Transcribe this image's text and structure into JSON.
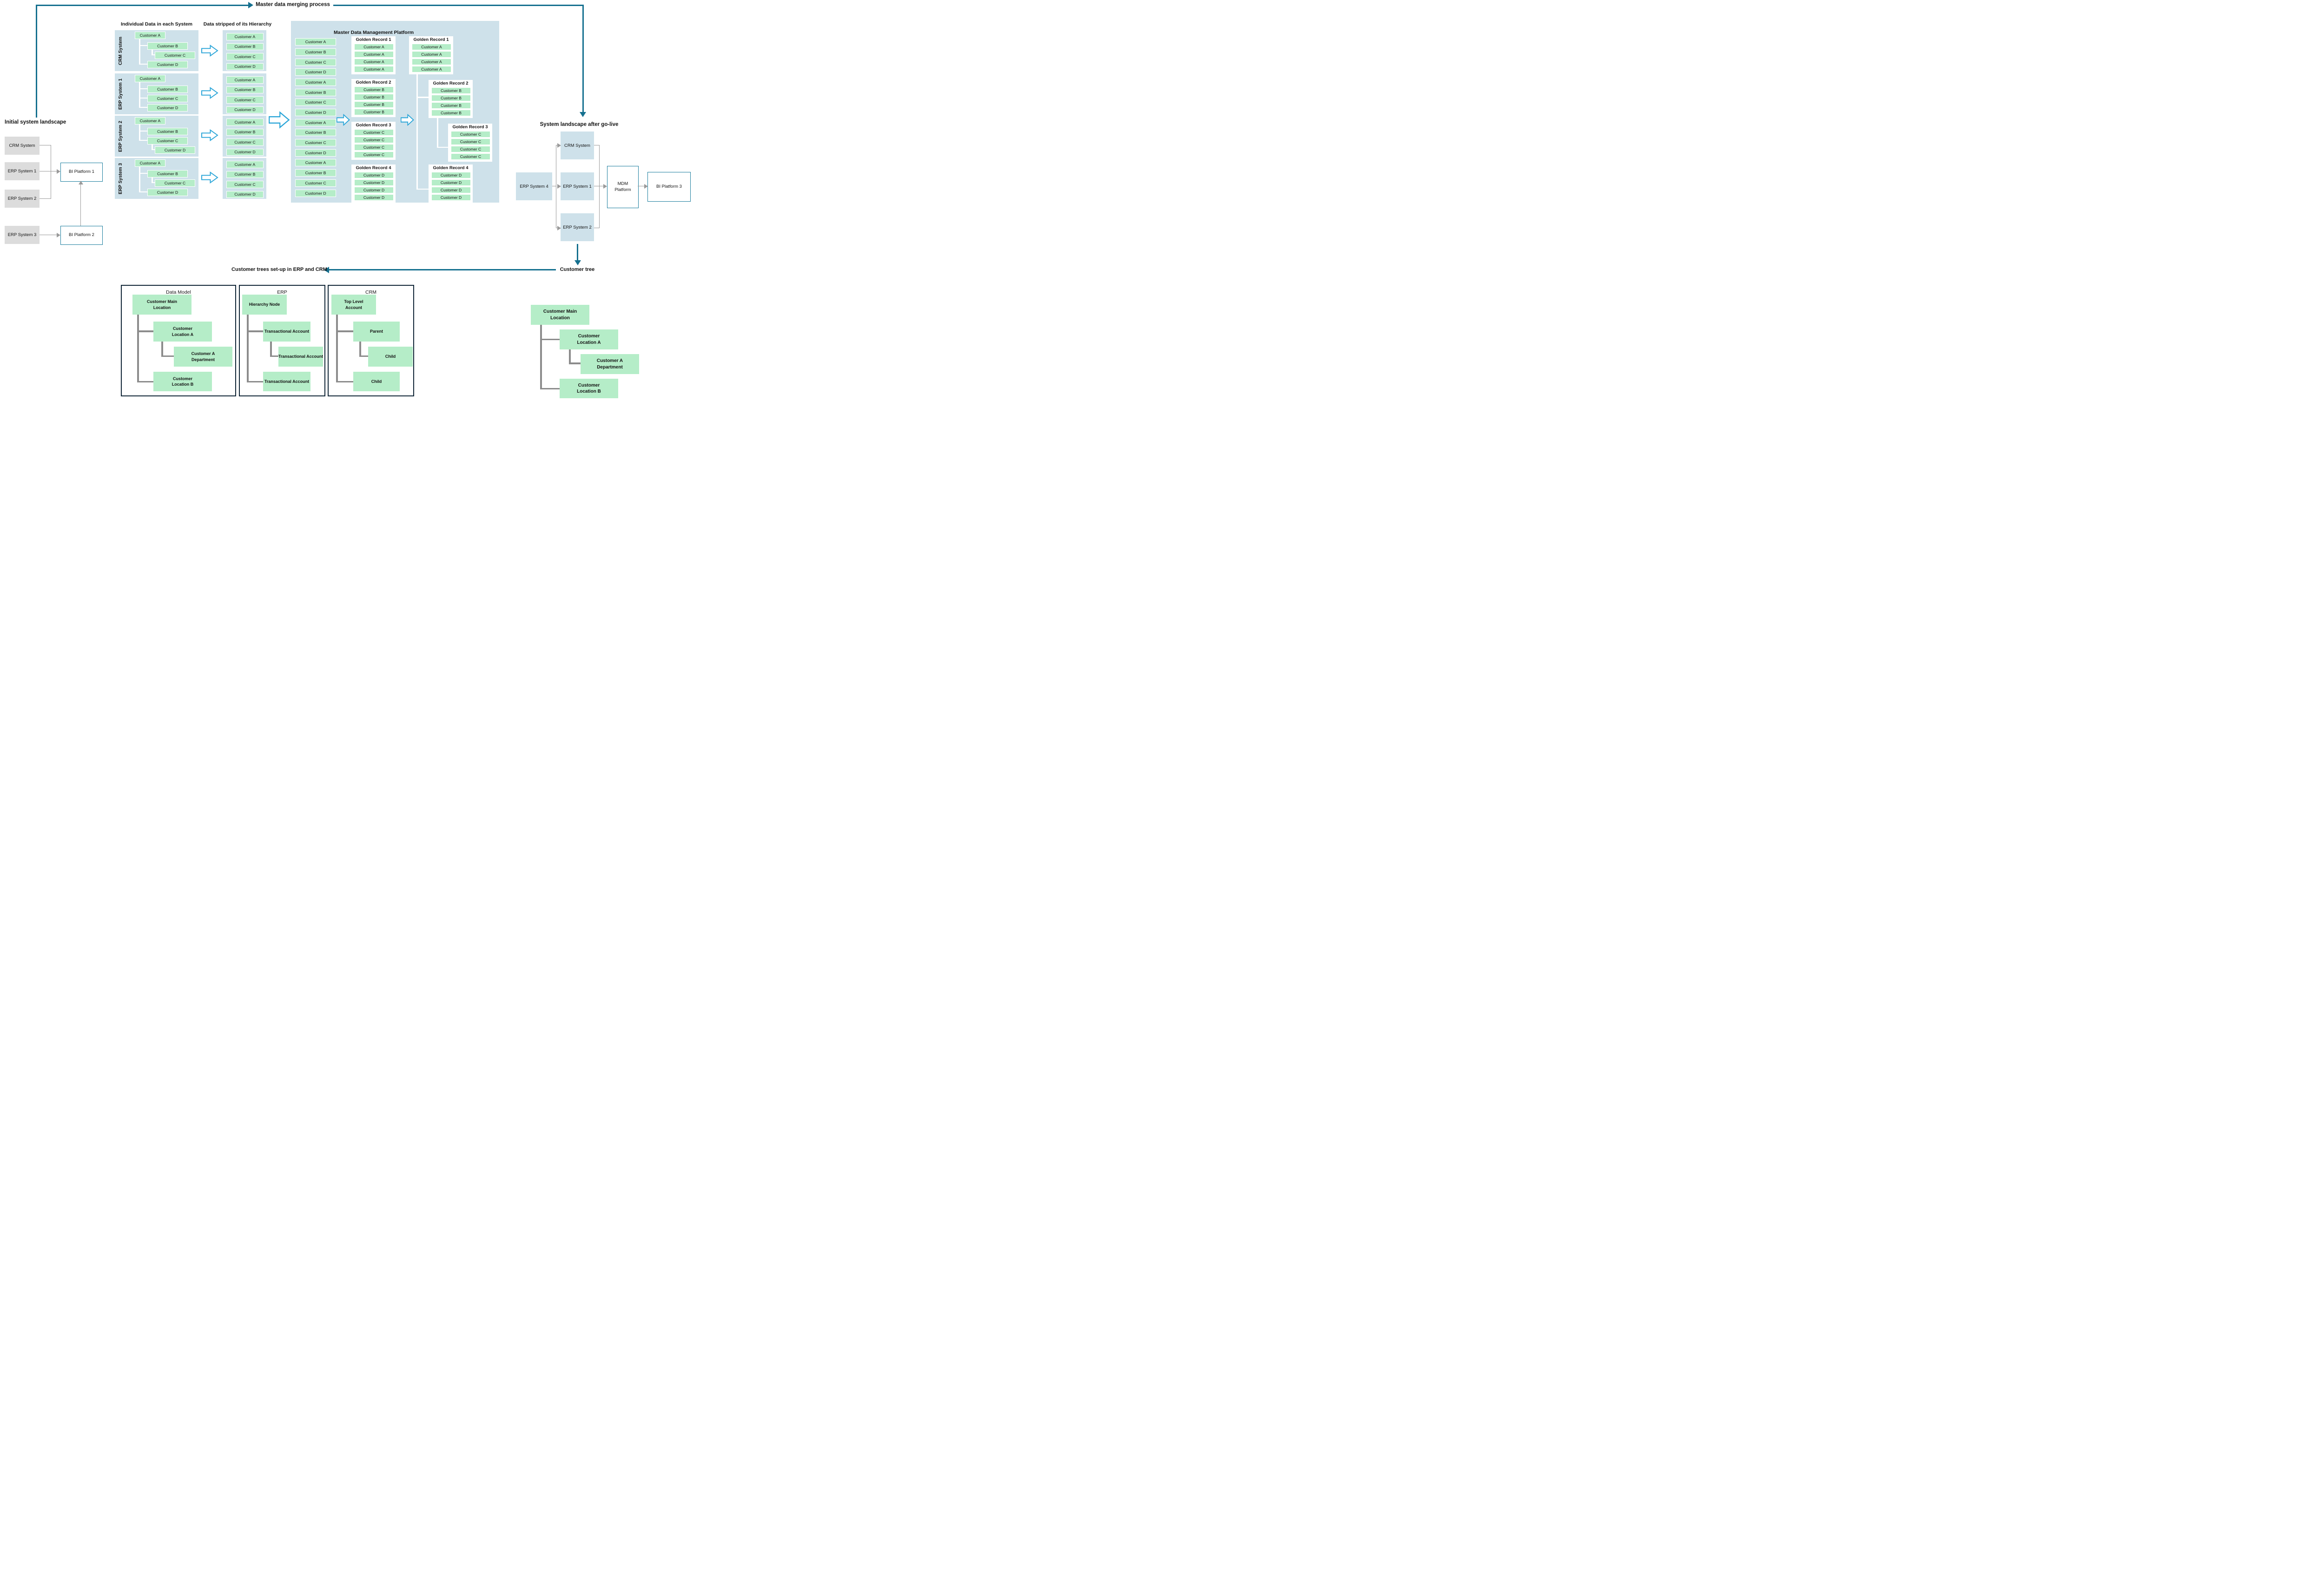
{
  "flow": {
    "top_title": "Master data merging process",
    "golive_heading": "System landscape after go-live",
    "customer_tree_label": "Customer tree",
    "bottom_label": "Customer trees set-up in ERP and CRM"
  },
  "initial": {
    "heading": "Initial system landscape",
    "systems": [
      "CRM System",
      "ERP System 1",
      "ERP System 2",
      "ERP System 3"
    ],
    "bi1": "BI Platform 1",
    "bi2": "BI Platform 2"
  },
  "individual": {
    "heading": "Individual Data in each System",
    "systems": [
      {
        "name": "CRM System",
        "nodes": [
          "Customer A",
          "Customer B",
          "Customer C",
          "Customer D"
        ]
      },
      {
        "name": "ERP System 1",
        "nodes": [
          "Customer A",
          "Customer B",
          "Customer C",
          "Customer D"
        ]
      },
      {
        "name": "ERP System 2",
        "nodes": [
          "Customer A",
          "Customer B",
          "Customer C",
          "Customer D"
        ]
      },
      {
        "name": "ERP System 3",
        "nodes": [
          "Customer A",
          "Customer B",
          "Customer C",
          "Customer D"
        ]
      }
    ]
  },
  "stripped": {
    "heading": "Data stripped of its Hierarchy",
    "lists": [
      [
        "Customer A",
        "Customer B",
        "Customer C",
        "Customer D"
      ],
      [
        "Customer A",
        "Customer B",
        "Customer C",
        "Customer D"
      ],
      [
        "Customer A",
        "Customer B",
        "Customer C",
        "Customer D"
      ],
      [
        "Customer A",
        "Customer B",
        "Customer C",
        "Customer D"
      ]
    ]
  },
  "mdm": {
    "title": "Master Data Management Platform",
    "pool": [
      "Customer A",
      "Customer B",
      "Customer C",
      "Customer D",
      "Customer A",
      "Customer B",
      "Customer C",
      "Customer D",
      "Customer A",
      "Customer B",
      "Customer C",
      "Customer D",
      "Customer A",
      "Customer B",
      "Customer C",
      "Customer D"
    ],
    "flat": [
      {
        "title": "Golden Record 1",
        "rows": [
          "Customer A",
          "Customer A",
          "Customer A",
          "Customer A"
        ]
      },
      {
        "title": "Golden Record 2",
        "rows": [
          "Customer B",
          "Customer B",
          "Customer B",
          "Customer B"
        ]
      },
      {
        "title": "Golden Record 3",
        "rows": [
          "Customer C",
          "Customer C",
          "Customer C",
          "Customer C"
        ]
      },
      {
        "title": "Golden Record 4",
        "rows": [
          "Customer D",
          "Customer D",
          "Customer D",
          "Customer D"
        ]
      }
    ],
    "tree": [
      {
        "title": "Golden Record 1",
        "rows": [
          "Customer A",
          "Customer A",
          "Customer A",
          "Customer A"
        ]
      },
      {
        "title": "Golden Record 2",
        "rows": [
          "Customer B",
          "Customer B",
          "Customer B",
          "Customer B"
        ]
      },
      {
        "title": "Golden Record 3",
        "rows": [
          "Customer C",
          "Customer C",
          "Customer C",
          "Customer C"
        ]
      },
      {
        "title": "Golden Record 4",
        "rows": [
          "Customer D",
          "Customer D",
          "Customer D",
          "Customer D"
        ]
      }
    ]
  },
  "golive": {
    "erp4": "ERP System 4",
    "crm": "CRM System",
    "erp1": "ERP System 1",
    "erp2": "ERP System 2",
    "mdm": "MDM\nPlatform",
    "bi3": "BI Platform 3"
  },
  "trees": {
    "data_model": {
      "title": "Data Model",
      "root": "Customer Main\nLocation",
      "child_a": "Customer\nLocation A",
      "grandchild": "Customer A\nDepartment",
      "child_b": "Customer\nLocation B"
    },
    "erp": {
      "title": "ERP",
      "root": "Hierarchy Node",
      "child_a": "Transactional Account",
      "grandchild": "Transactional Account",
      "child_b": "Transactional Account"
    },
    "crm": {
      "title": "CRM",
      "root": "Top Level\nAccount",
      "child_a": "Parent",
      "grandchild": "Child",
      "child_b": "Child"
    },
    "customer": {
      "root": "Customer Main\nLocation",
      "child_a": "Customer\nLocation A",
      "grandchild": "Customer A\nDepartment",
      "child_b": "Customer\nLocation B"
    }
  },
  "colors": {
    "accent_teal": "#15708f",
    "light_blue": "#cee1ea",
    "green": "#b5edc8",
    "gray_box": "#dcdcdc",
    "teal_border": "#1b7d9e",
    "navy_border": "#102536",
    "block_arrow_blue": "#2aa5d8",
    "connector_gray": "#9a9a9a",
    "tree_gray": "#8c8c8c"
  }
}
